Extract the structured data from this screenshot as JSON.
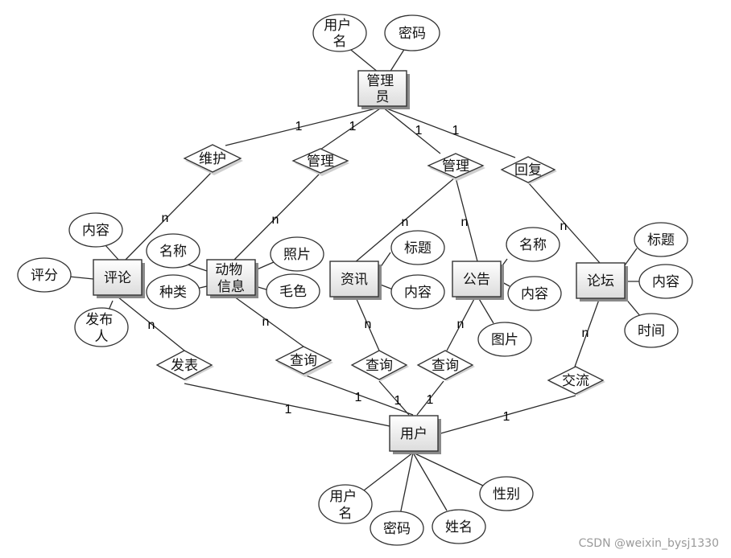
{
  "entities": {
    "admin": "管理员",
    "comment": "评论",
    "animal": "动物信息",
    "news": "资讯",
    "notice": "公告",
    "forum": "论坛",
    "user": "用户"
  },
  "relationships": {
    "maintain": "维护",
    "manage_animal": "管理",
    "manage_notice": "管理",
    "reply": "回复",
    "publish": "发表",
    "query_animal": "查询",
    "query_news": "查询",
    "query_notice": "查询",
    "exchange": "交流"
  },
  "attributes": {
    "admin_username": "用户名",
    "admin_password": "密码",
    "comment_content": "内容",
    "comment_rating": "评分",
    "comment_publisher": "发布人",
    "animal_name": "名称",
    "animal_species": "种类",
    "animal_photo": "照片",
    "animal_fur_color": "毛色",
    "news_title": "标题",
    "news_content": "内容",
    "notice_name": "名称",
    "notice_content": "内容",
    "notice_image": "图片",
    "forum_title": "标题",
    "forum_content": "内容",
    "forum_time": "时间",
    "user_username": "用户名",
    "user_password": "密码",
    "user_name": "姓名",
    "user_gender": "性别"
  },
  "cardinality": {
    "one": "1",
    "many": "n"
  },
  "watermark": "CSDN @weixin_bysj1330"
}
